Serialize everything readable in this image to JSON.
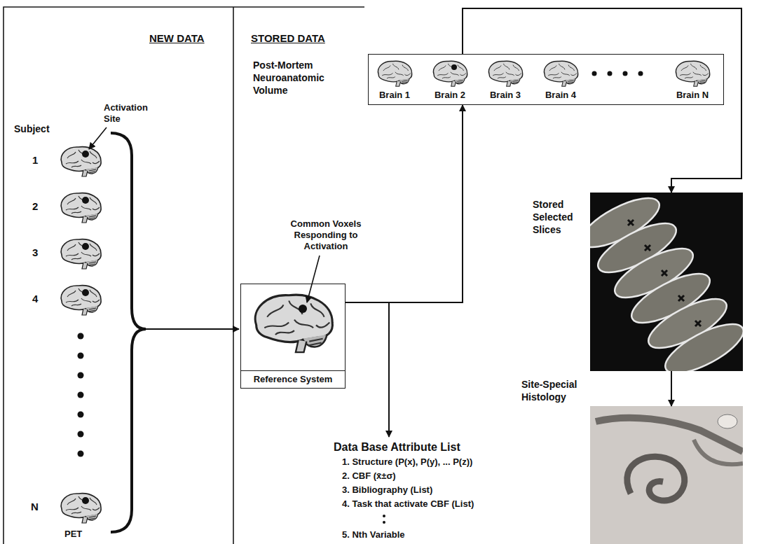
{
  "diagram": {
    "nodes": [
      {
        "text": [
          "Post-Mortem Neuroanatomic Volume"
        ]
      },
      {
        "text": [
          "Reference System"
        ]
      },
      {
        "text": [
          "Stored Selected Slices"
        ]
      },
      {
        "text": [
          "Site-Special Histology"
        ]
      },
      {
        "text": [
          "Data Base Attribute List",
          "1. Structure (P(x), P(y), ... P(z))",
          "2. CBF (x̄±σ)",
          "3. Bibliography (List)",
          "4. Task that activate CBF (List)",
          "5. Nth Variable"
        ]
      }
    ],
    "edges": [
      {
        "from": 1,
        "to": 0,
        "arrow": "to"
      },
      {
        "from": 1,
        "to": 4,
        "arrow": "to"
      },
      {
        "from": 0,
        "to": 2,
        "arrow": "to"
      },
      {
        "from": 2,
        "to": 3,
        "arrow": "to"
      }
    ],
    "labels": [
      "NEW DATA",
      "STORED DATA",
      "Subject",
      "Activation Site",
      "1",
      "2",
      "3",
      "4",
      "N",
      "PET",
      "Brain 1",
      "Brain 2",
      "Brain 3",
      "Brain 4",
      "Brain N",
      "Common Voxels Responding to Activation"
    ]
  }
}
